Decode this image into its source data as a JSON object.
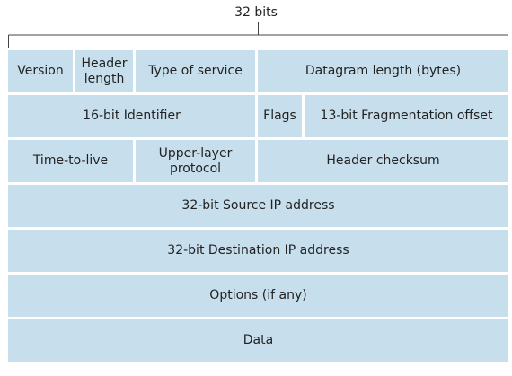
{
  "width_label": "32 bits",
  "rows": [
    [
      "Version",
      "Header length",
      "Type of service",
      "Datagram length (bytes)"
    ],
    [
      "16-bit Identifier",
      "Flags",
      "13-bit Fragmentation offset"
    ],
    [
      "Time-to-live",
      "Upper-layer protocol",
      "Header checksum"
    ],
    [
      "32-bit Source IP address"
    ],
    [
      "32-bit Destination IP address"
    ],
    [
      "Options (if any)"
    ],
    [
      "Data"
    ]
  ],
  "cell_color": "#c7dfed"
}
